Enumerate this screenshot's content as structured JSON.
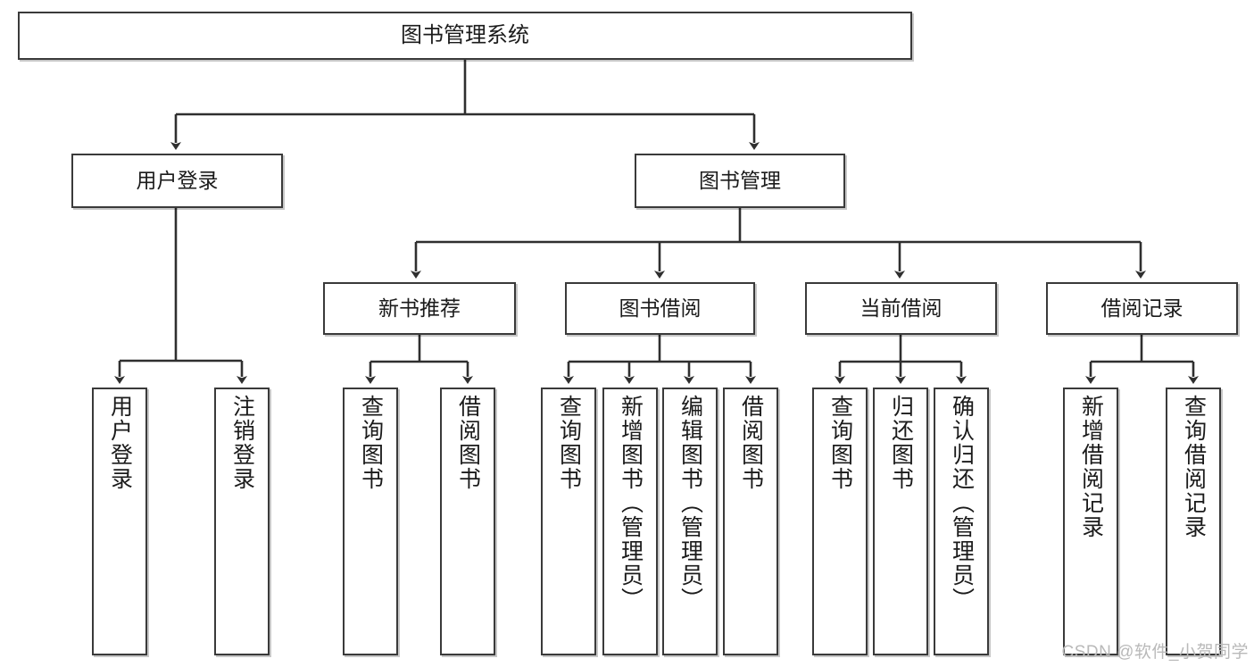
{
  "diagram": {
    "type": "tree-hierarchy-flowchart",
    "title": "图书管理系统",
    "orientation": "top-down",
    "colors": {
      "box_border": "#3a3a3a",
      "box_fill": "#ffffff",
      "edge": "#2f2f2f",
      "watermark": "#b9b9b9"
    },
    "levels": [
      {
        "level": 1,
        "nodes": [
          {
            "id": "root",
            "label": "图书管理系统"
          }
        ]
      },
      {
        "level": 2,
        "nodes": [
          {
            "id": "login",
            "label": "用户登录",
            "parent": "root"
          },
          {
            "id": "bookmgmt",
            "label": "图书管理",
            "parent": "root"
          }
        ]
      },
      {
        "level": 3,
        "nodes": [
          {
            "id": "newbook",
            "label": "新书推荐",
            "parent": "bookmgmt"
          },
          {
            "id": "borrow",
            "label": "图书借阅",
            "parent": "bookmgmt"
          },
          {
            "id": "current",
            "label": "当前借阅",
            "parent": "bookmgmt"
          },
          {
            "id": "records",
            "label": "借阅记录",
            "parent": "bookmgmt"
          }
        ]
      },
      {
        "level": 4,
        "nodes": [
          {
            "id": "leaf1",
            "label": "用户登录",
            "parent": "login"
          },
          {
            "id": "leaf2",
            "label": "注销登录",
            "parent": "login"
          },
          {
            "id": "leaf3",
            "label": "查询图书",
            "parent": "newbook"
          },
          {
            "id": "leaf4",
            "label": "借阅图书",
            "parent": "newbook"
          },
          {
            "id": "leaf5",
            "label": "查询图书",
            "parent": "borrow"
          },
          {
            "id": "leaf6",
            "label": "新增图书（管理员）",
            "parent": "borrow"
          },
          {
            "id": "leaf7",
            "label": "编辑图书（管理员）",
            "parent": "borrow"
          },
          {
            "id": "leaf8",
            "label": "借阅图书",
            "parent": "borrow"
          },
          {
            "id": "leaf9",
            "label": "查询图书",
            "parent": "current"
          },
          {
            "id": "leaf10",
            "label": "归还图书",
            "parent": "current"
          },
          {
            "id": "leaf11",
            "label": "确认归还（管理员）",
            "parent": "current"
          },
          {
            "id": "leaf12",
            "label": "新增借阅记录",
            "parent": "records"
          },
          {
            "id": "leaf13",
            "label": "查询借阅记录",
            "parent": "records"
          }
        ]
      }
    ]
  },
  "watermark": {
    "text": "CSDN @软件_小贺同学"
  }
}
